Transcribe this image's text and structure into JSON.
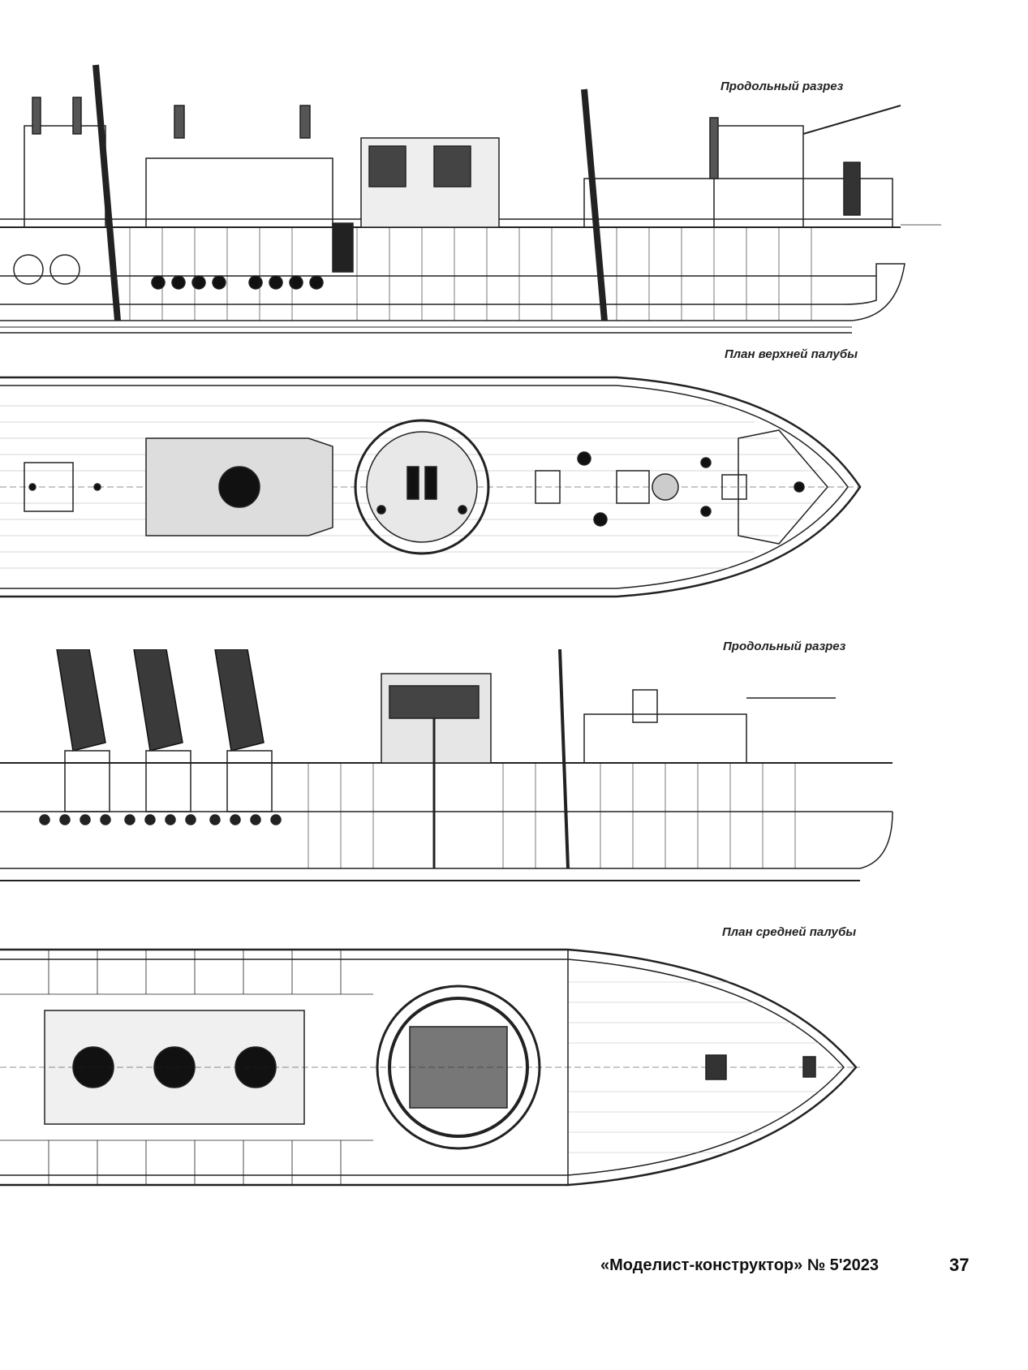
{
  "drawings": [
    {
      "id": "section-1",
      "caption": "Продольный разрез"
    },
    {
      "id": "plan-upper",
      "caption": "План верхней палубы"
    },
    {
      "id": "section-2",
      "caption": "Продольный разрез"
    },
    {
      "id": "plan-middle",
      "caption": "План средней палубы"
    }
  ],
  "footer": {
    "journal": "«Моделист-конструктор» № 5'2023",
    "page_number": "37"
  },
  "colors": {
    "ink": "#1a1a1a",
    "paper": "#ffffff",
    "shade": "#555555"
  }
}
